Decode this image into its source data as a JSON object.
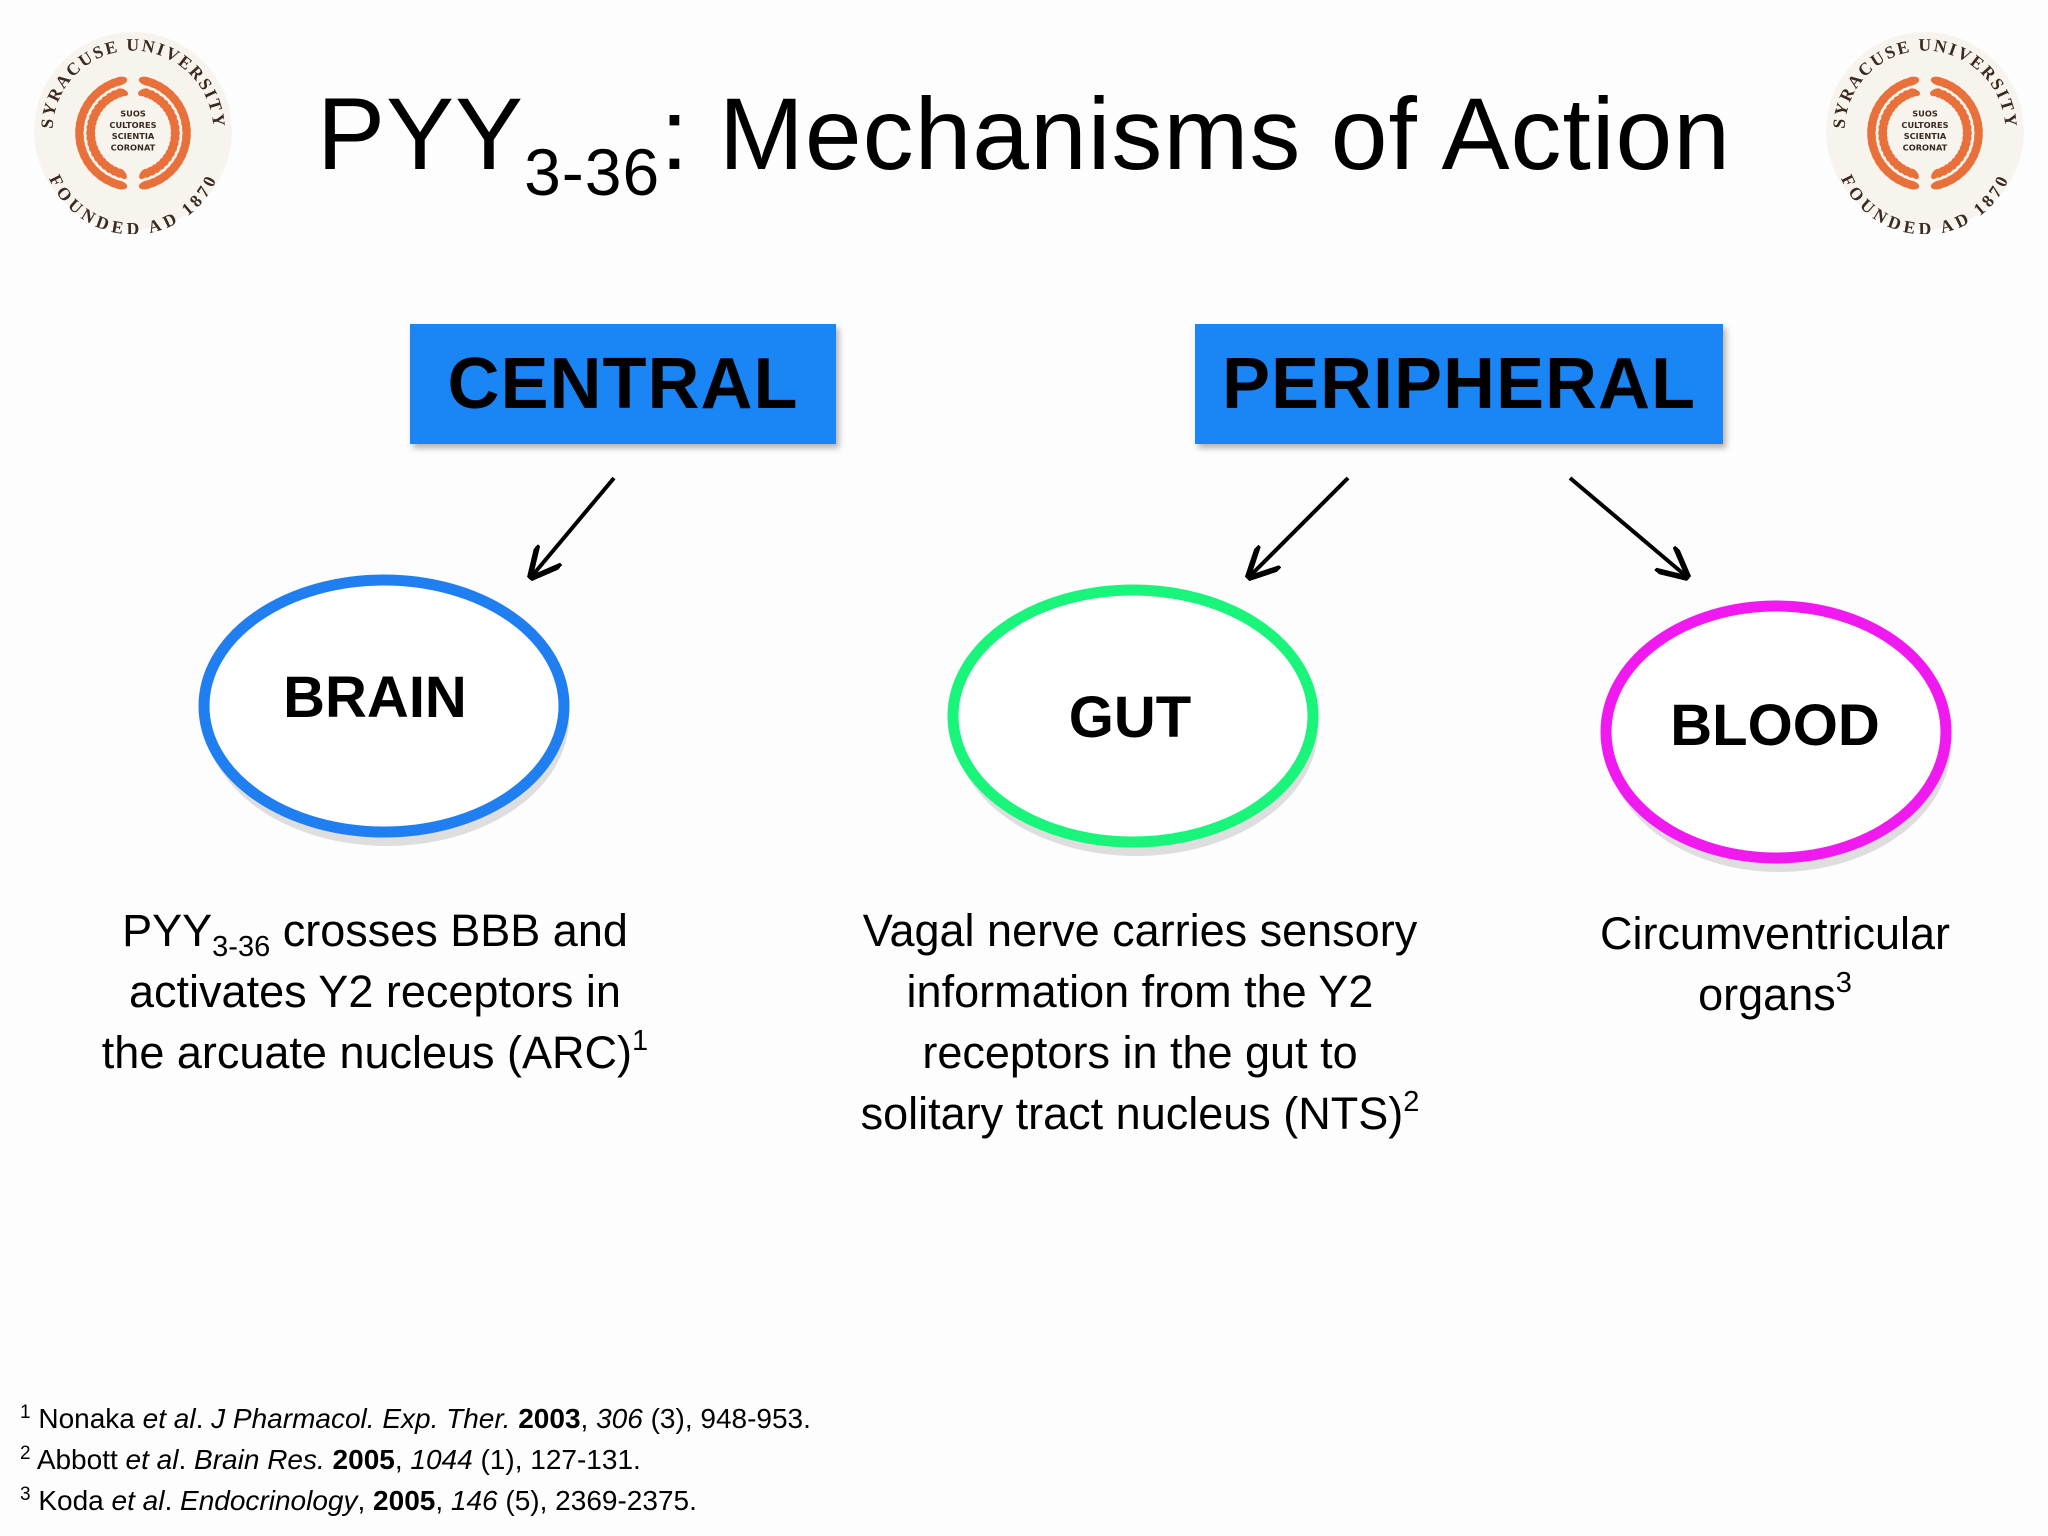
{
  "title": {
    "main": "PYY",
    "subscript": "3-36",
    "rest": ": Mechanisms of Action"
  },
  "logo": {
    "top_text": "SYRACUSE UNIVERSITY",
    "bottom_text": "FOUNDED AD 1870",
    "motto": [
      "SUOS",
      "CULTORES",
      "SCIENTIA",
      "CORONAT"
    ],
    "color": "#e8703a"
  },
  "categories": [
    {
      "id": "central",
      "label": "CENTRAL",
      "color": "#1a86f5"
    },
    {
      "id": "peripheral",
      "label": "PERIPHERAL",
      "color": "#1a86f5"
    }
  ],
  "nodes": {
    "brain": {
      "label": "BRAIN",
      "color": "#1f7ff0"
    },
    "gut": {
      "label": "GUT",
      "color": "#19f57a"
    },
    "blood": {
      "label": "BLOOD",
      "color": "#f019f0"
    }
  },
  "descriptions": {
    "brain": {
      "line1_prefix": "PYY",
      "line1_sub": "3-36",
      "line1_suffix": " crosses BBB and",
      "line2": "activates Y2 receptors in",
      "line3": "the arcuate nucleus (ARC)",
      "ref": "1"
    },
    "gut": {
      "line1": "Vagal nerve carries sensory",
      "line2": "information from the Y2",
      "line3": "receptors in the gut to",
      "line4": "solitary tract nucleus (NTS)",
      "ref": "2"
    },
    "blood": {
      "line1": "Circumventricular",
      "line2": "organs",
      "ref": "3"
    }
  },
  "references": [
    {
      "num": "1",
      "authors": "Nonaka ",
      "etal": "et al",
      "sep": ". ",
      "journal": "J Pharmacol. Exp. Ther.",
      "sep2": " ",
      "year": "2003",
      "comma": ", ",
      "volume": "306",
      "pages": " (3), 948-953."
    },
    {
      "num": "2",
      "authors": "Abbott ",
      "etal": "et al",
      "sep": ". ",
      "journal": "Brain Res.",
      "sep2": " ",
      "year": "2005",
      "comma": ", ",
      "volume": "1044",
      "pages": " (1), 127-131."
    },
    {
      "num": "3",
      "authors": "Koda ",
      "etal": "et al",
      "sep": ". ",
      "journal": "Endocrinology",
      "sep2": ", ",
      "year": "2005",
      "comma": ", ",
      "volume": "146",
      "pages": " (5), 2369-2375."
    }
  ]
}
